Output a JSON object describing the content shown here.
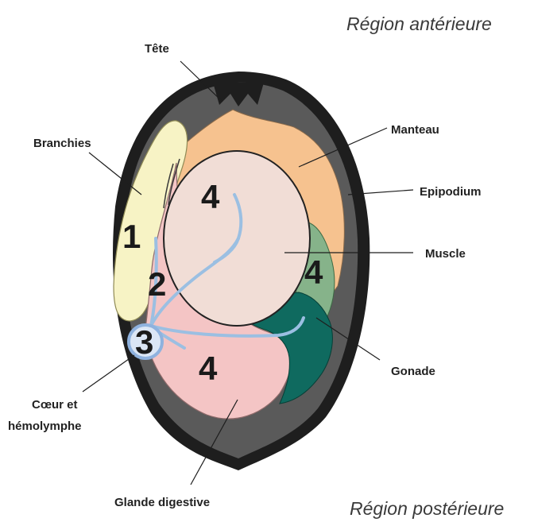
{
  "regions": {
    "anterior": "Région antérieure",
    "posterior": "Région postérieure"
  },
  "labels": {
    "tete": "Tête",
    "branchies": "Branchies",
    "manteau": "Manteau",
    "epipodium": "Epipodium",
    "muscle": "Muscle",
    "gonade": "Gonade",
    "coeur_line1": "Cœur et",
    "coeur_line2": "hémolymphe",
    "glande": "Glande digestive"
  },
  "numbers": {
    "branchies": "1",
    "pink_area": "2",
    "heart": "3",
    "muscle": "4",
    "gonade": "4",
    "digestive": "4"
  },
  "colors": {
    "shell_outer": "#1e1e1e",
    "epipodium": "#5a5a5a",
    "mantle": "#f6c28f",
    "gills": "#f7f3c5",
    "muscle": "#f1ddd6",
    "digestive": "#f4c5c5",
    "gonad_light": "#86b38a",
    "gonad_dark": "#0f6a5f",
    "vessels": "#9bbfe2",
    "heart_fill": "#dbe6f5"
  }
}
